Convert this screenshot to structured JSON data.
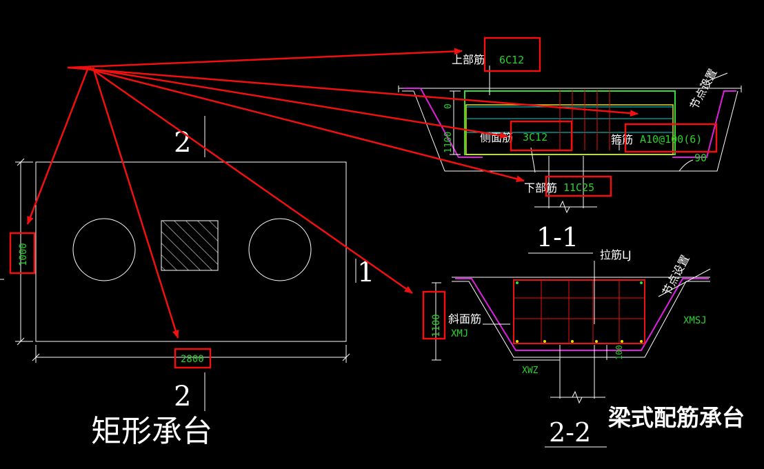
{
  "plan": {
    "section_mark_top": "2",
    "section_mark_bottom": "2",
    "section_mark_right": "1",
    "dim_height": "1000",
    "dim_width": "2800",
    "caption": "矩形承台"
  },
  "section_1_1": {
    "title": "1-1",
    "top_bar_label": "上部筋",
    "top_bar_value": "6C12",
    "side_bar_label": "侧面筋",
    "side_bar_value": "3C12",
    "stirrup_label": "箍筋",
    "stirrup_value": "A10@100(6)",
    "bottom_bar_label": "下部筋",
    "bottom_bar_value": "11C25",
    "node_note": "节点设置",
    "angle": "90",
    "dim_top": "0",
    "dim_side": "1100"
  },
  "section_2_2": {
    "title": "2-2",
    "tie_bar": "拉筋LJ",
    "slope_bar_label": "斜面筋",
    "slope_bar_code": "XMJ",
    "node_note": "节点设置",
    "slope_code_right": "XMSJ",
    "bottom_code": "XWZ",
    "dim_height": "1100",
    "dim_cover": "100",
    "caption": "梁式配筋承台"
  }
}
